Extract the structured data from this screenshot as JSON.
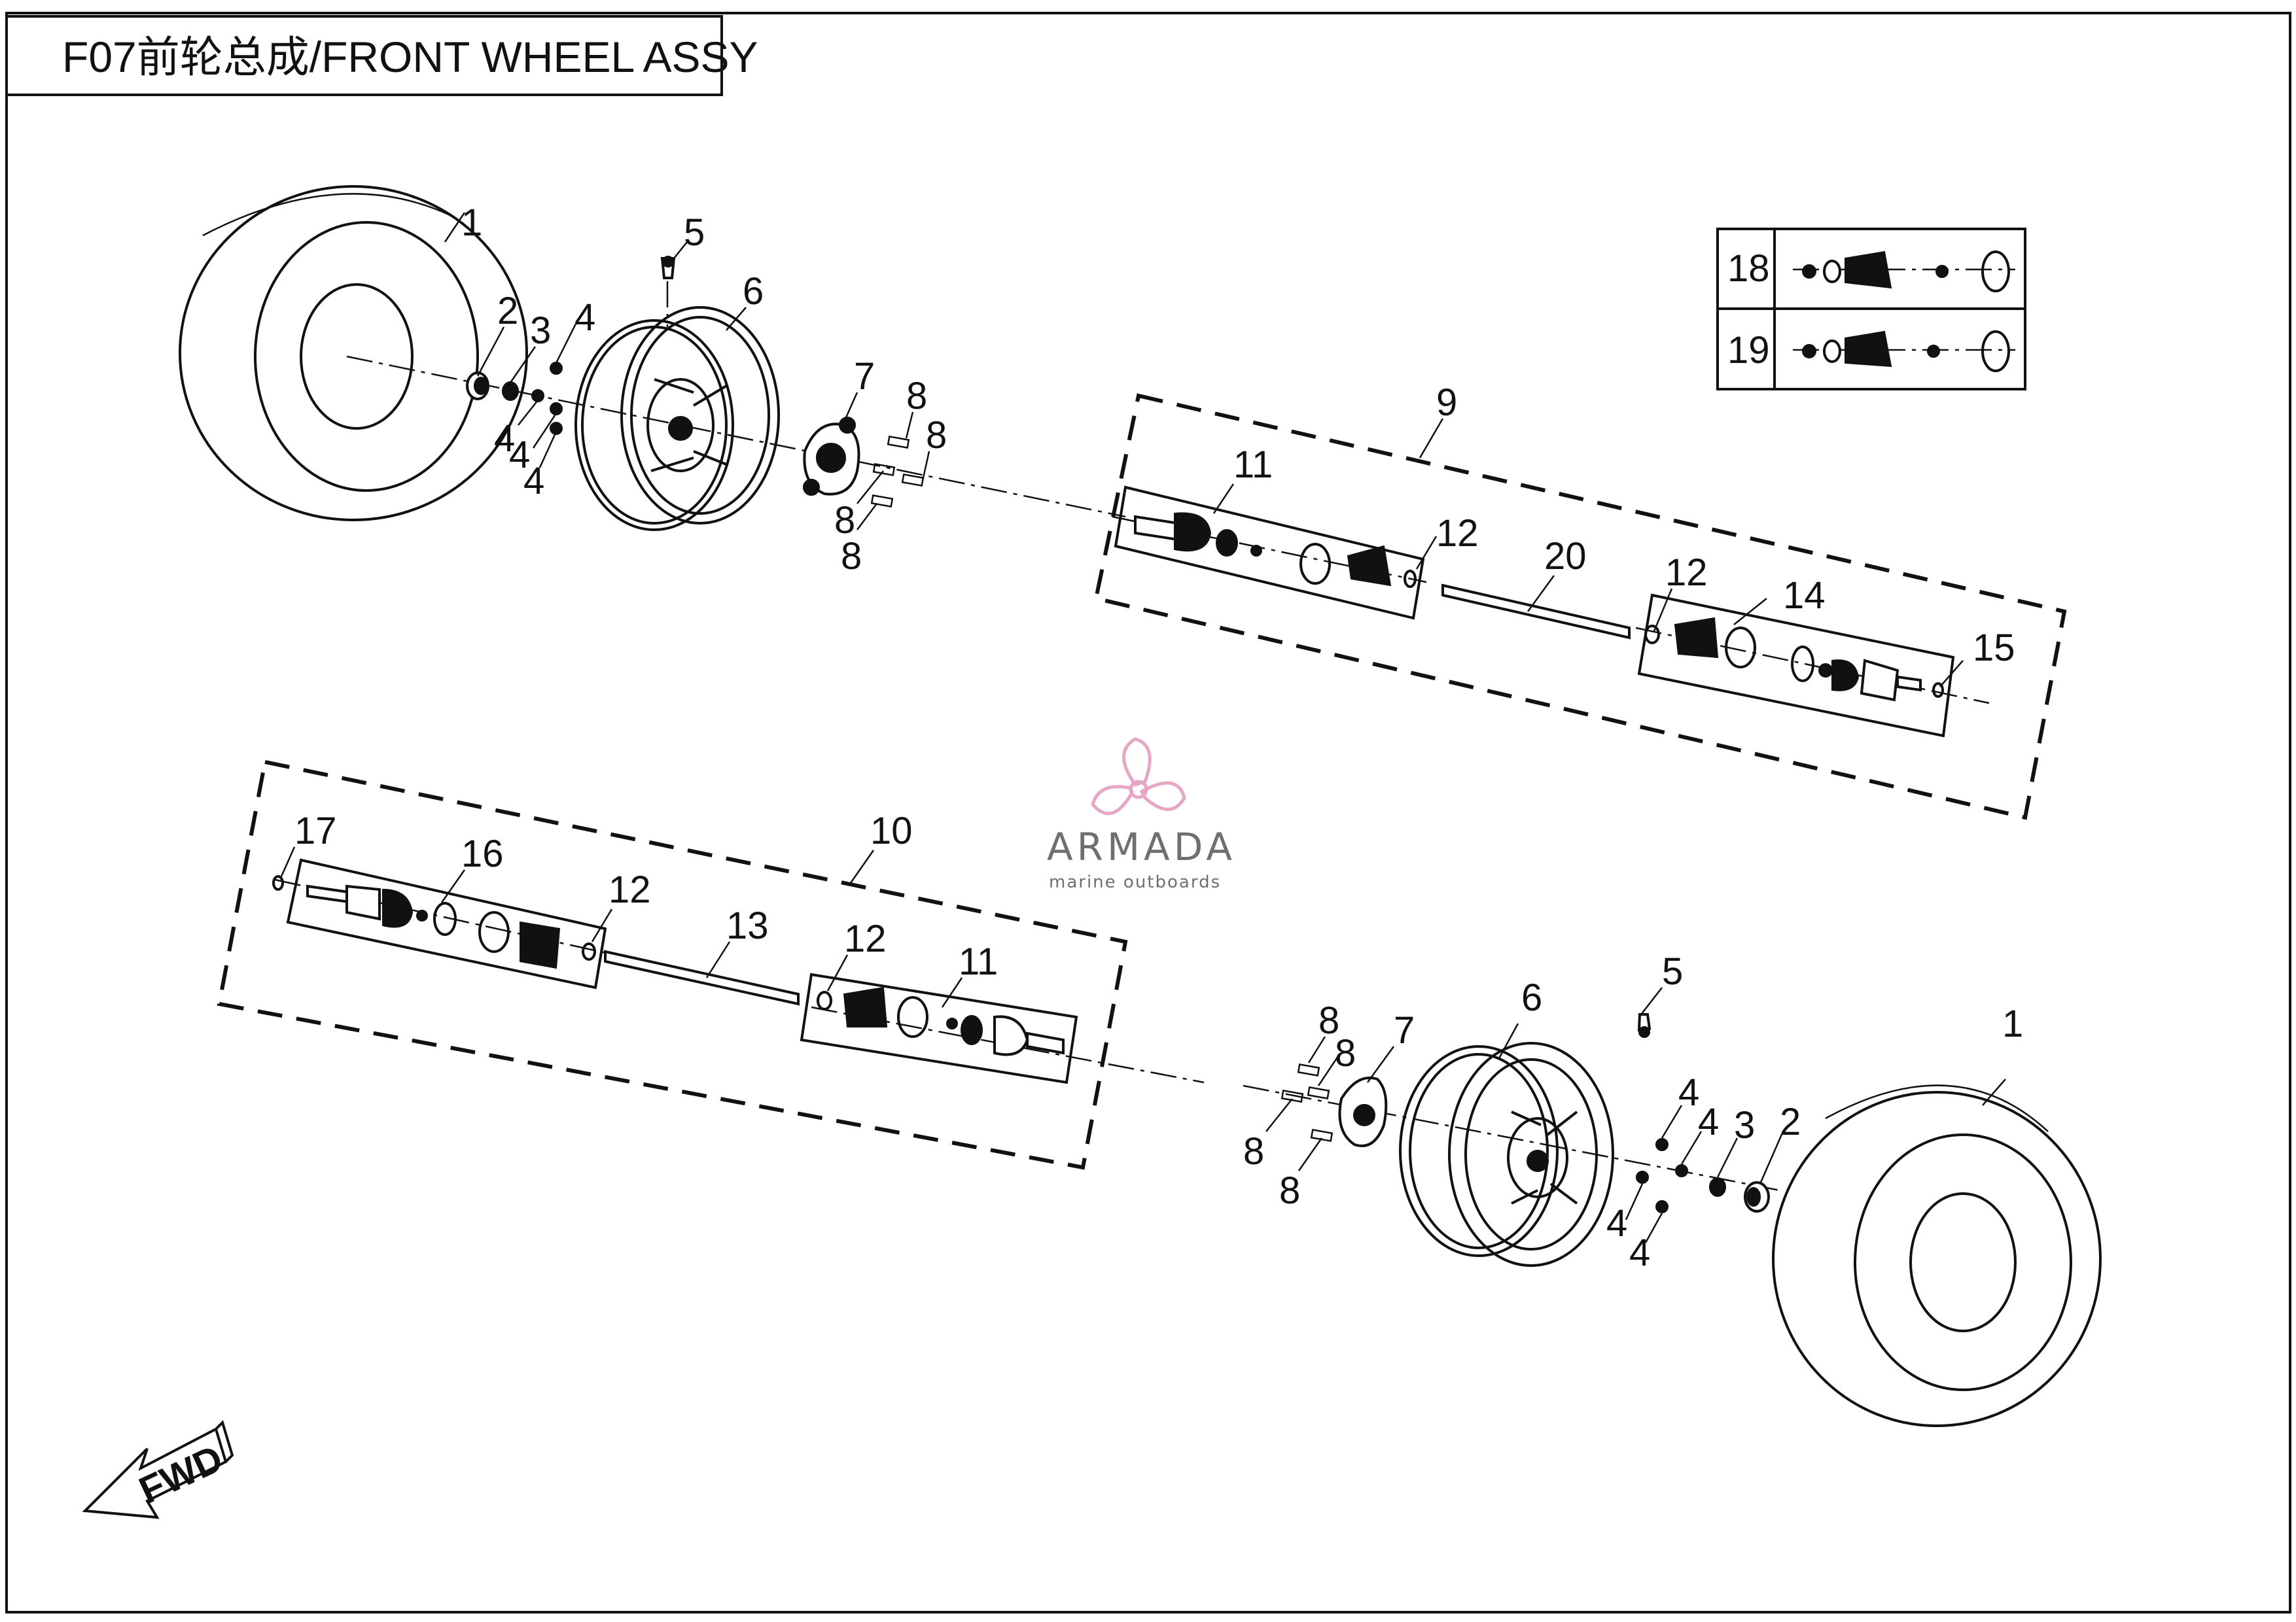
{
  "title": "F07前轮总成/FRONT WHEEL ASSY",
  "watermark": {
    "brand": "ARMADA",
    "tagline": "marine outboards",
    "accent": "#e7a6c6"
  },
  "fwd_label": "FWD",
  "callouts": {
    "c1a": "1",
    "c2a": "2",
    "c3a": "3",
    "c4a": "4",
    "c4b": "4",
    "c4c": "4",
    "c4d": "4",
    "c5a": "5",
    "c6a": "6",
    "c7a": "7",
    "c8a": "8",
    "c8b": "8",
    "c8c": "8",
    "c8d": "8",
    "c9": "9",
    "c11a": "11",
    "c12a": "12",
    "c20": "20",
    "c12b": "12",
    "c14": "14",
    "c15": "15",
    "c10": "10",
    "c17": "17",
    "c16": "16",
    "c12c": "12",
    "c13": "13",
    "c12d": "12",
    "c11b": "11",
    "c8e": "8",
    "c8f": "8",
    "c8g": "8",
    "c8h": "8",
    "c7b": "7",
    "c6b": "6",
    "c5b": "5",
    "c4e": "4",
    "c4f": "4",
    "c4g": "4",
    "c4h": "4",
    "c3b": "3",
    "c2b": "2",
    "c1b": "1"
  },
  "inset": {
    "row_a": "18",
    "row_b": "19"
  }
}
